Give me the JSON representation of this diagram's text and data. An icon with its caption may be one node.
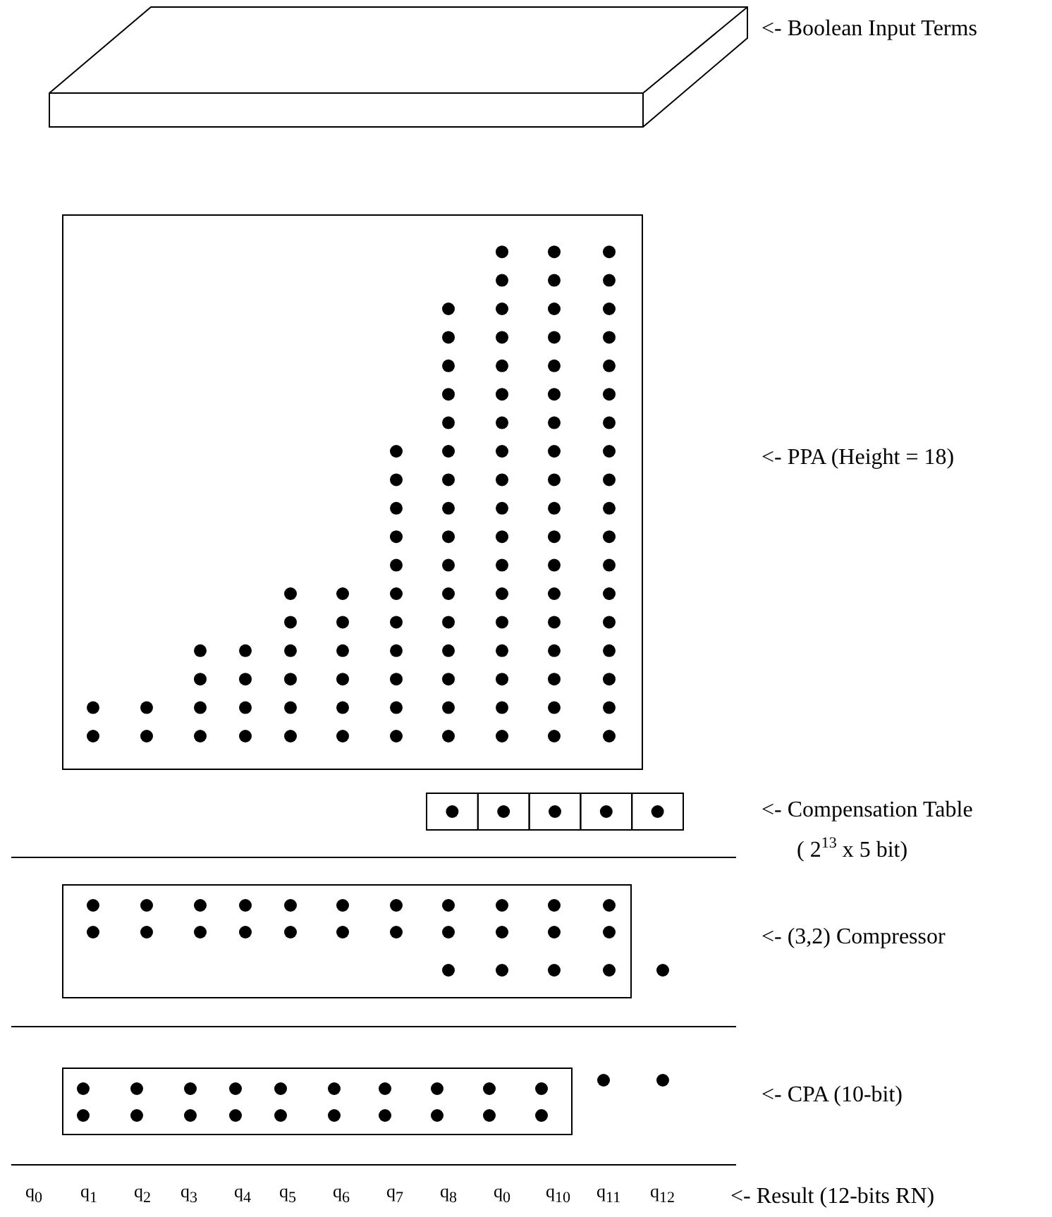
{
  "diagram": {
    "nodes": [
      {
        "text": [],
        "shape": "box",
        "beside": [
          "<- Boolean Input Terms"
        ]
      },
      {
        "text": [],
        "shape": "box"
      },
      {
        "text": [],
        "shape": "box",
        "beside": [
          "<- Compensation Table",
          "( 2$^{13}$ x 5 bit)"
        ]
      },
      {
        "text": [],
        "shape": "box"
      },
      {
        "text": [],
        "shape": "box"
      }
    ],
    "labels": [
      "<- PPA (Height = 18)",
      "<- (3,2) Compressor",
      "<- CPA (10-bit)",
      "q$_{0}$",
      "q$_{1}$",
      "q$_{2}$",
      "q$_{3}$",
      "q$_{4}$",
      "q$_{5}$",
      "q$_{6}$",
      "q$_{7}$",
      "q$_{8}$",
      "q$_{0}$",
      "q$_{10}$",
      "q$_{11}$",
      "q$_{12}$",
      "<- Result (12-bits RN)"
    ]
  }
}
